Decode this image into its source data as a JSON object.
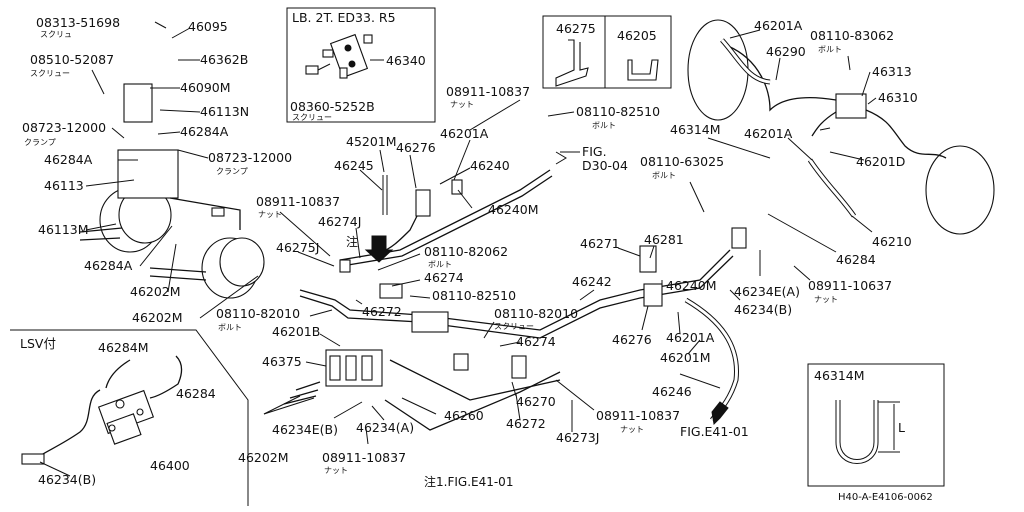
{
  "figure_code": "H40-A-E4106-0062",
  "bottom_note": "注1.FIG.E41-01",
  "inset_lb": {
    "title": "LB. 2T. ED33. R5",
    "part": "46340",
    "screw_code": "08360-5252B",
    "screw_jp": "スクリュー"
  },
  "inset_brackets": {
    "a": "46275",
    "b": "46205"
  },
  "inset_lsv": {
    "title": "LSV付",
    "p1": "46284M",
    "p2": "46284",
    "p3": "46400",
    "p4": "46234(B)"
  },
  "inset_clamp": {
    "title": "46314M",
    "dim": "L"
  },
  "labels": {
    "l01": "08313-51698",
    "l01jp": "スクリュ",
    "l02": "46095",
    "l03": "08510-52087",
    "l03jp": "スクリュー",
    "l04": "46362B",
    "l05": "46090M",
    "l06": "46113N",
    "l07": "08723-12000",
    "l07jp": "クランプ",
    "l08": "46284A",
    "l09": "46284A",
    "l10": "08723-12000",
    "l10jp": "クランプ",
    "l11": "46113",
    "l12": "46113M",
    "l13": "46284A",
    "l14": "46202M",
    "l15": "46202M",
    "l16": "08911-10837",
    "l16jp": "ナット",
    "l17": "08110-82510",
    "l17jp": "ボルト",
    "l18": "FIG.",
    "l18b": "D30-04",
    "l19": "45201M",
    "l20": "46276",
    "l21": "46201A",
    "l22": "46245",
    "l23": "46240",
    "l24": "46240M",
    "l25": "08911-10837",
    "l25jp": "ナット",
    "l26": "46274J",
    "l27": "注",
    "l28": "46275J",
    "l29": "08110-82062",
    "l29jp": "ボルト",
    "l30": "46274",
    "l31": "08110-82510",
    "l32": "46272",
    "l33": "08110-82010",
    "l33jp": "ボルト",
    "l34": "46201B",
    "l35": "46375",
    "l36": "46234E(B)",
    "l37": "46234(A)",
    "l38": "46260",
    "l39": "08911-10837",
    "l39jp": "ナット",
    "l40": "46202M",
    "l41": "08110-82010",
    "l41jp": "スクリュー",
    "l42": "46274",
    "l43": "46270",
    "l44": "46272",
    "l45": "46273J",
    "l46": "08911-10837",
    "l46jp": "ナット",
    "l47": "FIG.E41-01",
    "l48": "46242",
    "l49": "46271",
    "l50": "46281",
    "l51": "46240M",
    "l52": "46276",
    "l53": "46201A",
    "l54": "46201M",
    "l55": "46246",
    "l56": "46234(B)",
    "l57": "46234E(A)",
    "l58": "08911-10637",
    "l58jp": "ナット",
    "l59": "46284",
    "l60": "46210",
    "l61": "08110-63025",
    "l61jp": "ボルト",
    "l62": "46314M",
    "l63": "46201A",
    "l64": "46201D",
    "l65": "46201A",
    "l66": "46290",
    "l67": "08110-83062",
    "l67jp": "ボルト",
    "l68": "46313",
    "l69": "46310"
  }
}
